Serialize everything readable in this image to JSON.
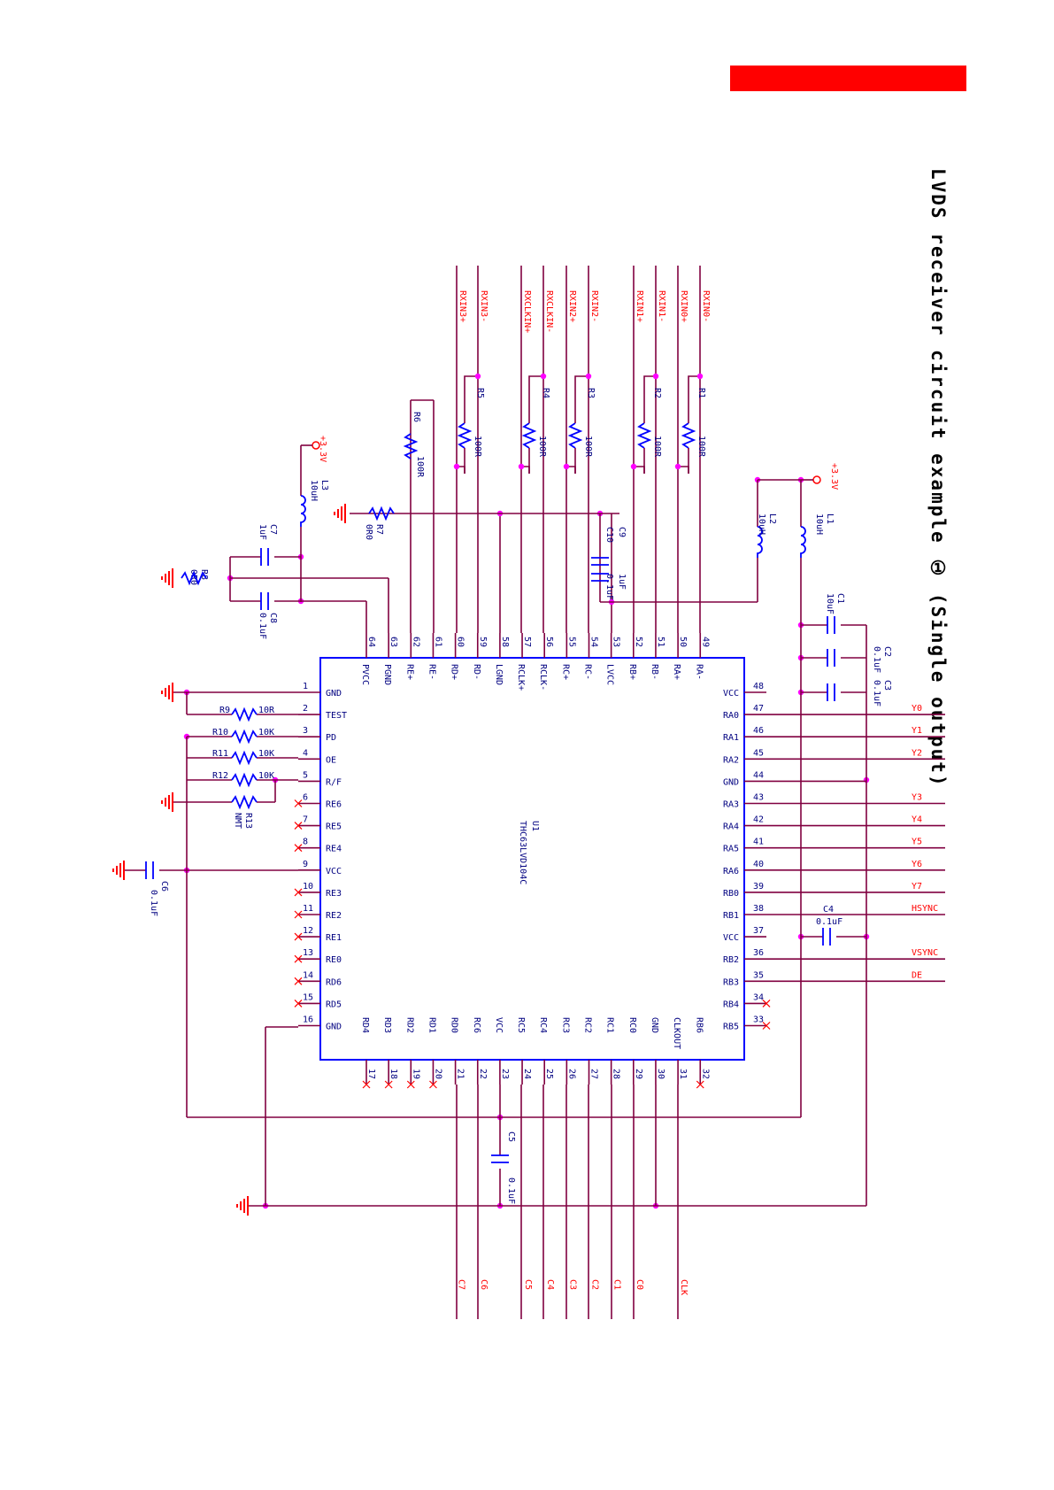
{
  "title": "LVDS receiver circuit example ① (Single output)",
  "ic": {
    "ref": "U1",
    "part": "THC63LVD104C"
  },
  "left_pins": [
    {
      "n": "1",
      "name": "GND"
    },
    {
      "n": "2",
      "name": "TEST"
    },
    {
      "n": "3",
      "name": "PD"
    },
    {
      "n": "4",
      "name": "OE"
    },
    {
      "n": "5",
      "name": "R/F"
    },
    {
      "n": "6",
      "name": "RE6"
    },
    {
      "n": "7",
      "name": "RE5"
    },
    {
      "n": "8",
      "name": "RE4"
    },
    {
      "n": "9",
      "name": "VCC"
    },
    {
      "n": "10",
      "name": "RE3"
    },
    {
      "n": "11",
      "name": "RE2"
    },
    {
      "n": "12",
      "name": "RE1"
    },
    {
      "n": "13",
      "name": "RE0"
    },
    {
      "n": "14",
      "name": "RD6"
    },
    {
      "n": "15",
      "name": "RD5"
    },
    {
      "n": "16",
      "name": "GND"
    }
  ],
  "right_pins": [
    {
      "n": "48",
      "name": "VCC"
    },
    {
      "n": "47",
      "name": "RA0"
    },
    {
      "n": "46",
      "name": "RA1"
    },
    {
      "n": "45",
      "name": "RA2"
    },
    {
      "n": "44",
      "name": "GND"
    },
    {
      "n": "43",
      "name": "RA3"
    },
    {
      "n": "42",
      "name": "RA4"
    },
    {
      "n": "41",
      "name": "RA5"
    },
    {
      "n": "40",
      "name": "RA6"
    },
    {
      "n": "39",
      "name": "RB0"
    },
    {
      "n": "38",
      "name": "RB1"
    },
    {
      "n": "37",
      "name": "VCC"
    },
    {
      "n": "36",
      "name": "RB2"
    },
    {
      "n": "35",
      "name": "RB3"
    },
    {
      "n": "34",
      "name": "RB4"
    },
    {
      "n": "33",
      "name": "RB5"
    }
  ],
  "top_pins": [
    {
      "n": "64",
      "name": "PVCC"
    },
    {
      "n": "63",
      "name": "PGND"
    },
    {
      "n": "62",
      "name": "RE+"
    },
    {
      "n": "61",
      "name": "RE-"
    },
    {
      "n": "60",
      "name": "RD+"
    },
    {
      "n": "59",
      "name": "RD-"
    },
    {
      "n": "58",
      "name": "LGND"
    },
    {
      "n": "57",
      "name": "RCLK+"
    },
    {
      "n": "56",
      "name": "RCLK-"
    },
    {
      "n": "55",
      "name": "RC+"
    },
    {
      "n": "54",
      "name": "RC-"
    },
    {
      "n": "53",
      "name": "LVCC"
    },
    {
      "n": "52",
      "name": "RB+"
    },
    {
      "n": "51",
      "name": "RB-"
    },
    {
      "n": "50",
      "name": "RA+"
    },
    {
      "n": "49",
      "name": "RA-"
    }
  ],
  "bottom_pins": [
    {
      "n": "17",
      "name": "RD4"
    },
    {
      "n": "18",
      "name": "RD3"
    },
    {
      "n": "19",
      "name": "RD2"
    },
    {
      "n": "20",
      "name": "RD1"
    },
    {
      "n": "21",
      "name": "RD0"
    },
    {
      "n": "22",
      "name": "RC6"
    },
    {
      "n": "23",
      "name": "VCC"
    },
    {
      "n": "24",
      "name": "RC5"
    },
    {
      "n": "25",
      "name": "RC4"
    },
    {
      "n": "26",
      "name": "RC3"
    },
    {
      "n": "27",
      "name": "RC2"
    },
    {
      "n": "28",
      "name": "RC1"
    },
    {
      "n": "29",
      "name": "RC0"
    },
    {
      "n": "30",
      "name": "GND"
    },
    {
      "n": "31",
      "name": "CLKOUT"
    },
    {
      "n": "32",
      "name": "RB6"
    }
  ],
  "input_nets": [
    "RXIN3+",
    "RXIN3-",
    "RXCLKIN+",
    "RXCLKIN-",
    "RXIN2+",
    "RXIN2-",
    "RXIN1+",
    "RXIN1-",
    "RXIN0+",
    "RXIN0-"
  ],
  "output_nets_right": [
    {
      "pin": "47",
      "net": "Y0"
    },
    {
      "pin": "46",
      "net": "Y1"
    },
    {
      "pin": "45",
      "net": "Y2"
    },
    {
      "pin": "43",
      "net": "Y3"
    },
    {
      "pin": "42",
      "net": "Y4"
    },
    {
      "pin": "41",
      "net": "Y5"
    },
    {
      "pin": "40",
      "net": "Y6"
    },
    {
      "pin": "39",
      "net": "Y7"
    },
    {
      "pin": "38",
      "net": "HSYNC"
    },
    {
      "pin": "36",
      "net": "VSYNC"
    },
    {
      "pin": "35",
      "net": "DE"
    }
  ],
  "output_nets_bottom": [
    {
      "pin": "21",
      "net": "C7"
    },
    {
      "pin": "22",
      "net": "C6"
    },
    {
      "pin": "24",
      "net": "C5"
    },
    {
      "pin": "25",
      "net": "C4"
    },
    {
      "pin": "26",
      "net": "C3"
    },
    {
      "pin": "27",
      "net": "C2"
    },
    {
      "pin": "28",
      "net": "C1"
    },
    {
      "pin": "29",
      "net": "C0"
    },
    {
      "pin": "31",
      "net": "CLK"
    }
  ],
  "components": {
    "R1": {
      "ref": "R1",
      "value": "100R"
    },
    "R2": {
      "ref": "R2",
      "value": "100R"
    },
    "R3": {
      "ref": "R3",
      "value": "100R"
    },
    "R4": {
      "ref": "R4",
      "value": "100R"
    },
    "R5": {
      "ref": "R5",
      "value": "100R"
    },
    "R6": {
      "ref": "R6",
      "value": "100R"
    },
    "R7": {
      "ref": "R7",
      "value": "0R0"
    },
    "R8": {
      "ref": "R8",
      "value": "0R0"
    },
    "R9": {
      "ref": "R9",
      "value": "10R"
    },
    "R10": {
      "ref": "R10",
      "value": "10K"
    },
    "R11": {
      "ref": "R11",
      "value": "10K"
    },
    "R12": {
      "ref": "R12",
      "value": "10K"
    },
    "R13": {
      "ref": "R13",
      "value": "NMT"
    },
    "L1": {
      "ref": "L1",
      "value": "10uH"
    },
    "L2": {
      "ref": "L2",
      "value": "10uH"
    },
    "L3": {
      "ref": "L3",
      "value": "10uH"
    },
    "C1": {
      "ref": "C1",
      "value": "10uF"
    },
    "C2": {
      "ref": "C2",
      "value": "0.1uF"
    },
    "C3": {
      "ref": "C3",
      "value": "0.1uF"
    },
    "C4": {
      "ref": "C4",
      "value": "0.1uF"
    },
    "C5": {
      "ref": "C5",
      "value": "0.1uF"
    },
    "C6": {
      "ref": "C6",
      "value": "0.1uF"
    },
    "C7": {
      "ref": "C7",
      "value": "1uF"
    },
    "C8": {
      "ref": "C8",
      "value": "0.1uF"
    },
    "C9": {
      "ref": "C9",
      "value": "1uF"
    },
    "C10": {
      "ref": "C10",
      "value": "0.1uF"
    }
  },
  "power_labels": {
    "left": "+3.3V",
    "right": "+3.3V"
  },
  "colors": {
    "wire": "#800040",
    "component": "#0000ff",
    "text": "#000080",
    "net": "#ff0000",
    "junction": "#ff00ff",
    "banner": "#ff0000"
  }
}
